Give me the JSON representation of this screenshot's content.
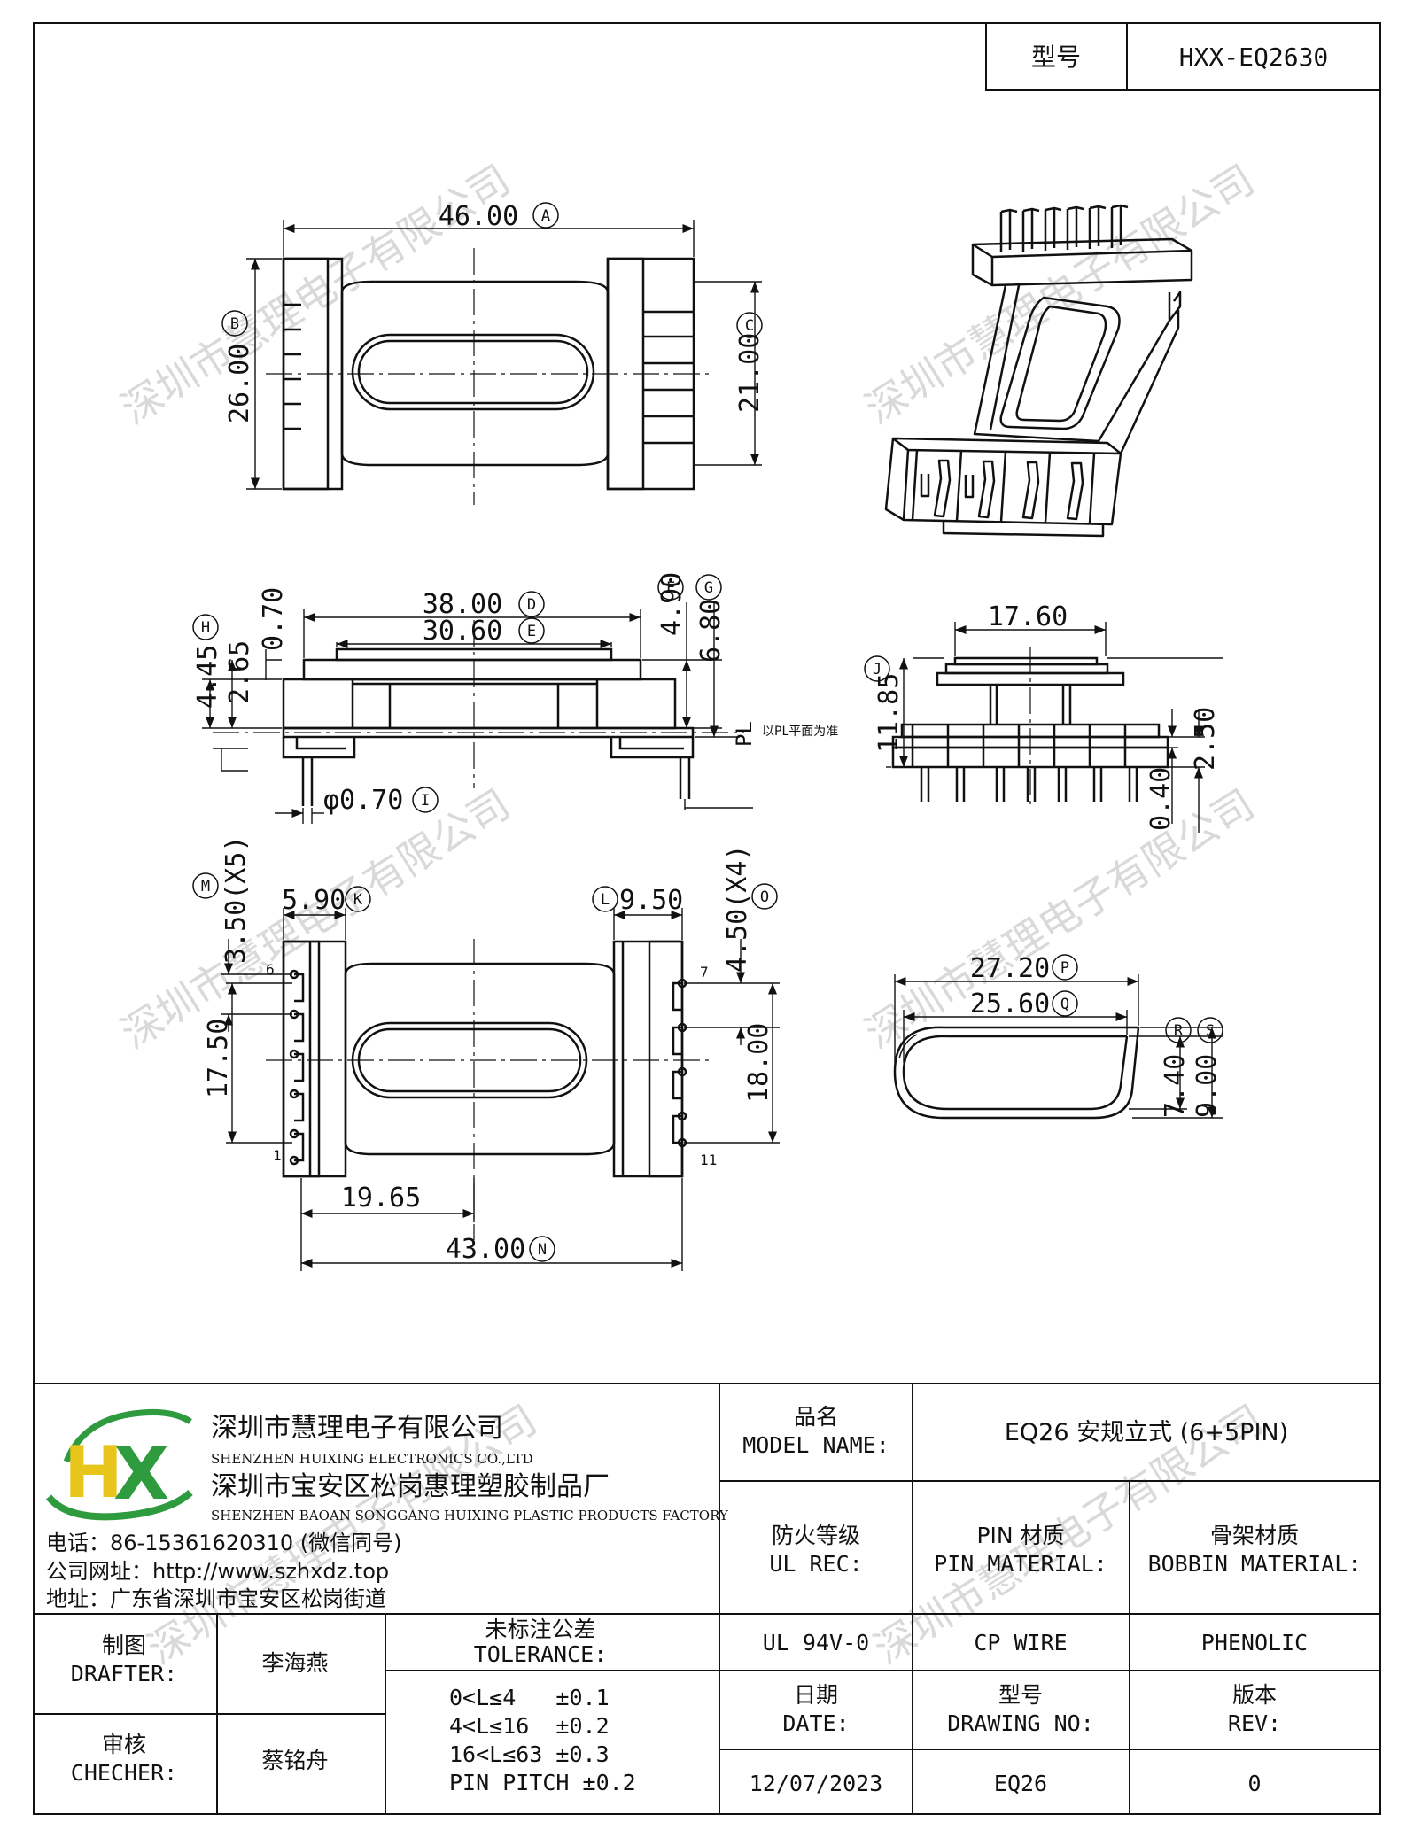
{
  "header": {
    "model_label": "型号",
    "model_value": "HXX-EQ2630"
  },
  "watermark": "深圳市慧理电子有限公司",
  "drawing": {
    "top_view": {
      "width": "46.00",
      "width_tag": "A",
      "height": "26.00",
      "height_tag": "B",
      "inner": "21.00",
      "inner_tag": "C"
    },
    "side_view": {
      "length_outer": "38.00",
      "length_outer_tag": "D",
      "length_inner": "30.60",
      "length_inner_tag": "E",
      "h1": "4.90",
      "h1_tag": "F",
      "h2": "6.80",
      "h2_tag": "G",
      "h3": "4.45",
      "h3_tag": "H",
      "h4": "2.65",
      "h5": "0.70",
      "pin_dia": "φ0.70",
      "pin_dia_tag": "I",
      "pl": "PL",
      "pl_note": "以PL平面为准"
    },
    "end_view": {
      "width": "17.60",
      "height": "11.85",
      "height_tag": "J",
      "h_pin": "2.50",
      "pin_thk": "0.40"
    },
    "bottom_view": {
      "w_left": "5.90",
      "w_left_tag": "K",
      "w_right": "9.50",
      "w_right_tag": "L",
      "pitch_left": "3.50(X5)",
      "pitch_left_tag": "M",
      "pitch_right": "4.50(X4)",
      "pitch_right_tag": "O",
      "h_left": "17.50",
      "h_right": "18.00",
      "offset": "19.65",
      "total": "43.00",
      "total_tag": "N",
      "pins": [
        "6",
        "1",
        "7",
        "11"
      ]
    },
    "core_view": {
      "outer": "27.20",
      "outer_tag": "P",
      "inner": "25.60",
      "inner_tag": "Q",
      "h_inner": "7.40",
      "h_outer": "9.00",
      "r_tag": "R",
      "s_tag": "S"
    }
  },
  "company": {
    "name1": "深圳市慧理电子有限公司",
    "name1_en": "SHENZHEN HUIXING ELECTRONICS CO.,LTD",
    "name2": "深圳市宝安区松岗惠理塑胶制品厂",
    "name2_en": "SHENZHEN BAOAN SONGGANG HUIXING PLASTIC PRODUCTS FACTORY",
    "phone": "电话：86-15361620310 (微信同号)",
    "website": "公司网址：http://www.szhxdz.top",
    "address": "地址：广东省深圳市宝安区松岗街道",
    "logo_text": "HX",
    "brand_green": "#2e9b3e",
    "brand_yellow": "#e8c51a"
  },
  "title_block": {
    "model_name_cn": "品名",
    "model_name_en": "MODEL NAME:",
    "model_name_value": "EQ26 安规立式 (6+5PIN)",
    "ul_cn": "防火等级",
    "ul_en": "UL REC:",
    "pin_mat_cn": "PIN 材质",
    "pin_mat_en": "PIN MATERIAL:",
    "bobbin_mat_cn": "骨架材质",
    "bobbin_mat_en": "BOBBIN MATERIAL:",
    "ul_value": "UL 94V-0",
    "pin_mat_value": "CP WIRE",
    "bobbin_mat_value": "PHENOLIC",
    "drafter_cn": "制图",
    "drafter_en": "DRAFTER:",
    "drafter_value": "李海燕",
    "checker_cn": "审核",
    "checker_en": "CHECHER:",
    "checker_value": "蔡铭舟",
    "tol_cn": "未标注公差",
    "tol_en": "TOLERANCE:",
    "tol_lines": [
      "0<L≤4   ±0.1",
      "4<L≤16  ±0.2",
      "16<L≤63 ±0.3",
      "PIN PITCH ±0.2"
    ],
    "date_cn": "日期",
    "date_en": "DATE:",
    "date_value": "12/07/2023",
    "dwg_cn": "型号",
    "dwg_en": "DRAWING NO:",
    "dwg_value": "EQ26",
    "rev_cn": "版本",
    "rev_en": "REV:",
    "rev_value": "0"
  }
}
